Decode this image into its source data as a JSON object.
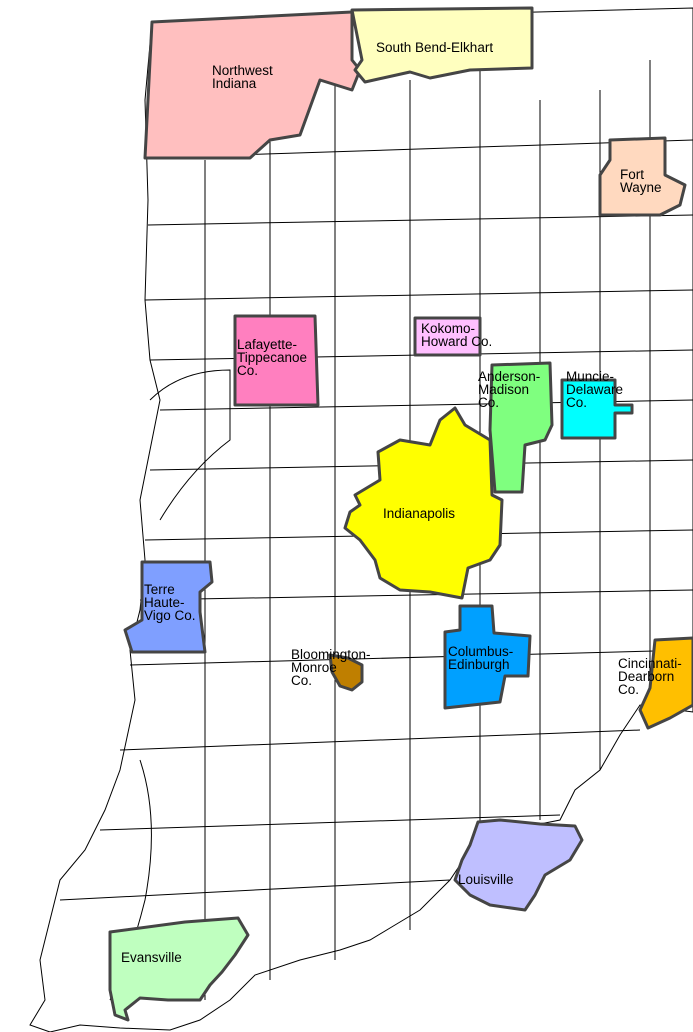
{
  "map": {
    "regions": [
      {
        "id": "northwest-indiana",
        "label": "Northwest\nIndiana",
        "color": "#ffbfbf"
      },
      {
        "id": "south-bend-elkhart",
        "label": "South Bend-Elkhart",
        "color": "#ffffbf"
      },
      {
        "id": "fort-wayne",
        "label": "Fort\nWayne",
        "color": "#ffd9bf"
      },
      {
        "id": "lafayette-tippecanoe",
        "label": "Lafayette-\nTippecanoe\nCo.",
        "color": "#ff7fbf"
      },
      {
        "id": "kokomo-howard",
        "label": "Kokomo-\nHoward Co.",
        "color": "#ffbfff"
      },
      {
        "id": "anderson-madison",
        "label": "Anderson-\nMadison\nCo.",
        "color": "#7fff7f"
      },
      {
        "id": "muncie-delaware",
        "label": "Muncie-\nDelaware\nCo.",
        "color": "#00ffff"
      },
      {
        "id": "indianapolis",
        "label": "Indianapolis",
        "color": "#ffff00"
      },
      {
        "id": "terre-haute-vigo",
        "label": "Terre\nHaute-\nVigo Co.",
        "color": "#7f9fff"
      },
      {
        "id": "bloomington-monroe",
        "label": "Bloomington-\nMonroe\nCo.",
        "color": "#bf7f00"
      },
      {
        "id": "columbus-edinburgh",
        "label": "Columbus-\nEdinburgh",
        "color": "#00a0ff"
      },
      {
        "id": "cincinnati-dearborn",
        "label": "Cincinnati-\nDearborn\nCo.",
        "color": "#ffbf00"
      },
      {
        "id": "louisville",
        "label": "Louisville",
        "color": "#bfbfff"
      },
      {
        "id": "evansville",
        "label": "Evansville",
        "color": "#bfffbf"
      }
    ]
  }
}
